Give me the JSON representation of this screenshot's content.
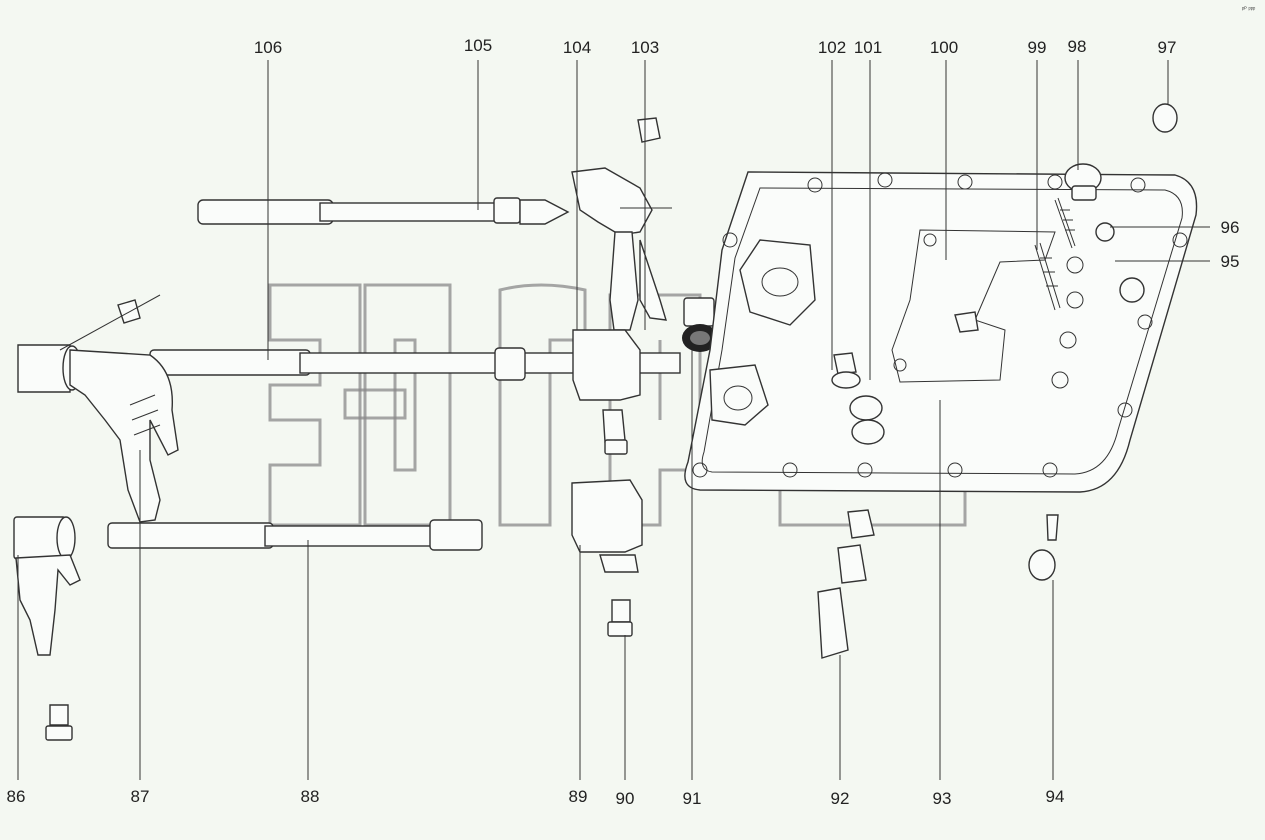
{
  "corner_mark": "ᵖᴾ ᵖᵖᵖ",
  "watermark": {
    "text": "ТМ"
  },
  "callouts_top": [
    "106",
    "105",
    "104",
    "103",
    "102",
    "101",
    "100",
    "99",
    "98",
    "97"
  ],
  "callouts_right": [
    "96",
    "95"
  ],
  "callouts_bottom": [
    "86",
    "87",
    "88",
    "89",
    "90",
    "91",
    "92",
    "93",
    "94"
  ]
}
